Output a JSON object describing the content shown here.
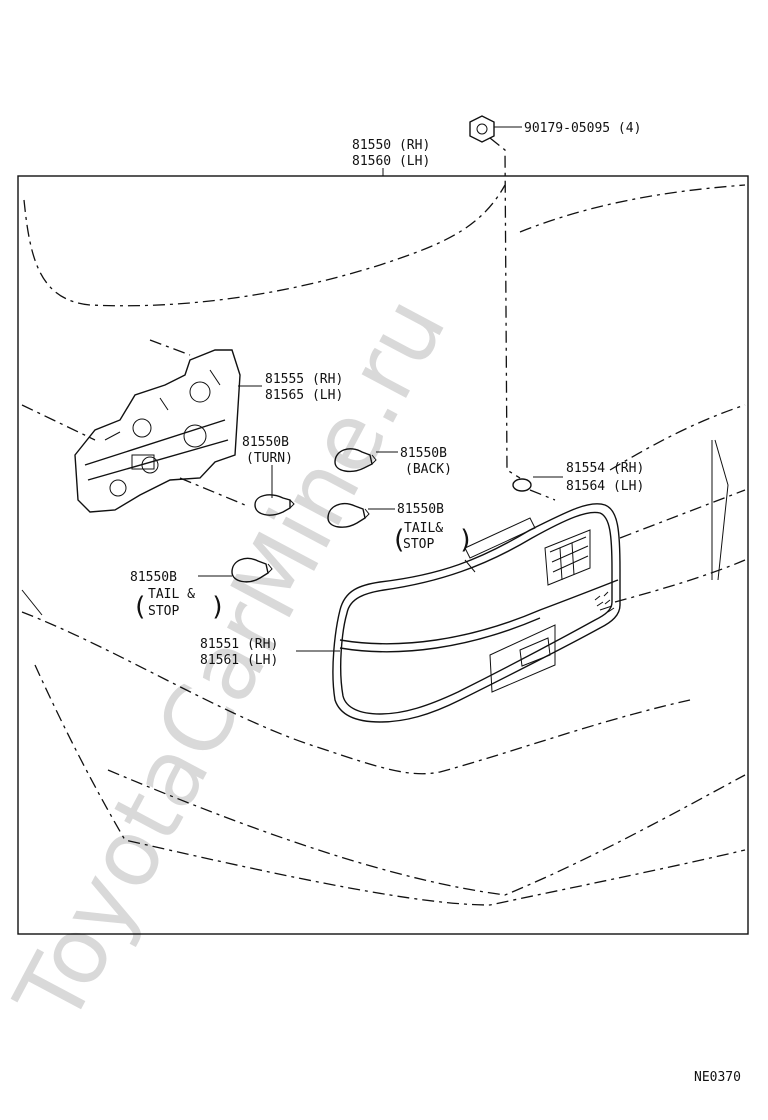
{
  "watermark": "ToyotaCarMine.ru",
  "diagram_code": "NE0370",
  "parts": {
    "nut": {
      "label": "90179-05095 (4)"
    },
    "lamp_assy": {
      "rh": "81550 (RH)",
      "lh": "81560 (LH)"
    },
    "socket_plate": {
      "rh": "81555 (RH)",
      "lh": "81565 (LH)"
    },
    "bulb_turn": {
      "part": "81550B",
      "note": "(TURN)"
    },
    "bulb_back": {
      "part": "81550B",
      "note": "(BACK)"
    },
    "bulb_tail_stop_right": {
      "part": "81550B",
      "note1": "TAIL&",
      "note2": "STOP"
    },
    "bulb_tail_stop_left": {
      "part": "81550B",
      "note1": "TAIL &",
      "note2": "STOP"
    },
    "gasket": {
      "rh": "81554 (RH)",
      "lh": "81564 (LH)"
    },
    "lens_body": {
      "rh": "81551 (RH)",
      "lh": "81561 (LH)"
    }
  }
}
